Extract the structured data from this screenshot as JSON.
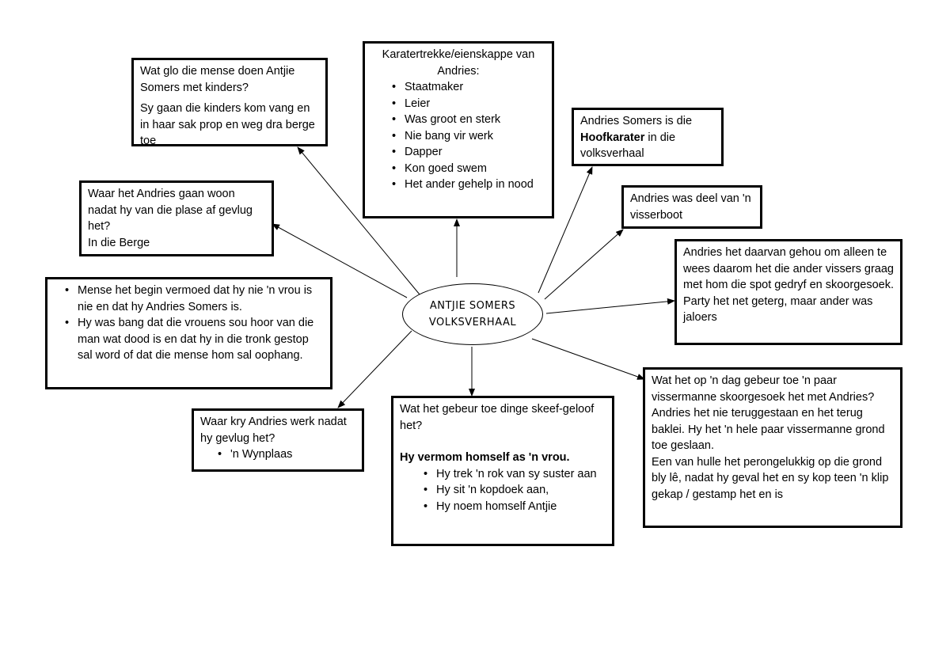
{
  "center": {
    "line1": "ANTJIE SOMERS",
    "line2": "VOLKSVERHAAL"
  },
  "box_mense": {
    "question": "Wat glo die mense doen Antjie Somers met kinders?",
    "answer": "Sy gaan die kinders kom vang en in haar sak prop en weg dra berge toe"
  },
  "box_karaktertrekke": {
    "heading": "Karatertrekke/eienskappe van Andries:",
    "items": [
      "Staatmaker",
      "Leier",
      "Was groot en sterk",
      "Nie bang vir werk",
      "Dapper",
      "Kon goed swem",
      "Het ander gehelp in nood"
    ]
  },
  "box_hoofkarakter": {
    "before": "Andries Somers is die",
    "bold": "Hoofkarater",
    "after": "in die volksverhaal"
  },
  "box_visserboot": {
    "text": "Andries was deel van 'n visserboot"
  },
  "box_alleen": {
    "line1": "Andries het daarvan gehou om alleen te wees daarom het die ander vissers graag met hom die spot gedryf en skoorgesoek.",
    "line2": "Party het net geterg, maar ander was jaloers"
  },
  "box_woon": {
    "question": "Waar het Andries gaan woon nadat hy van die plase af gevlug het?",
    "answer": "In die Berge"
  },
  "box_vermoed": {
    "items": [
      "Mense het begin vermoed dat hy nie 'n vrou is nie en dat hy Andries Somers is.",
      "Hy was bang dat die vrouens sou hoor van die man wat dood is en dat hy in die tronk gestop sal word of dat die mense hom sal oophang."
    ]
  },
  "box_werk": {
    "question": "Waar kry Andries werk nadat hy gevlug het?",
    "items": [
      "'n Wynplaas"
    ]
  },
  "box_skeef": {
    "question": "Wat het gebeur toe dinge skeef-geloof het?",
    "bold": "Hy vermom homself as 'n vrou.",
    "items": [
      "Hy trek 'n rok van sy suster aan",
      "Hy sit 'n kopdoek aan,",
      "Hy noem homself Antjie"
    ]
  },
  "box_dag": {
    "line1": "Wat het op 'n dag gebeur toe 'n paar vissermanne skoorgesoek het met Andries?",
    "line2": "Andries het nie teruggestaan en het terug baklei.  Hy het 'n hele paar vissermanne grond toe geslaan.",
    "line3": "Een van hulle het perongelukkig op die grond bly lê, nadat hy geval het en sy kop teen 'n klip gekap / gestamp het en is"
  }
}
